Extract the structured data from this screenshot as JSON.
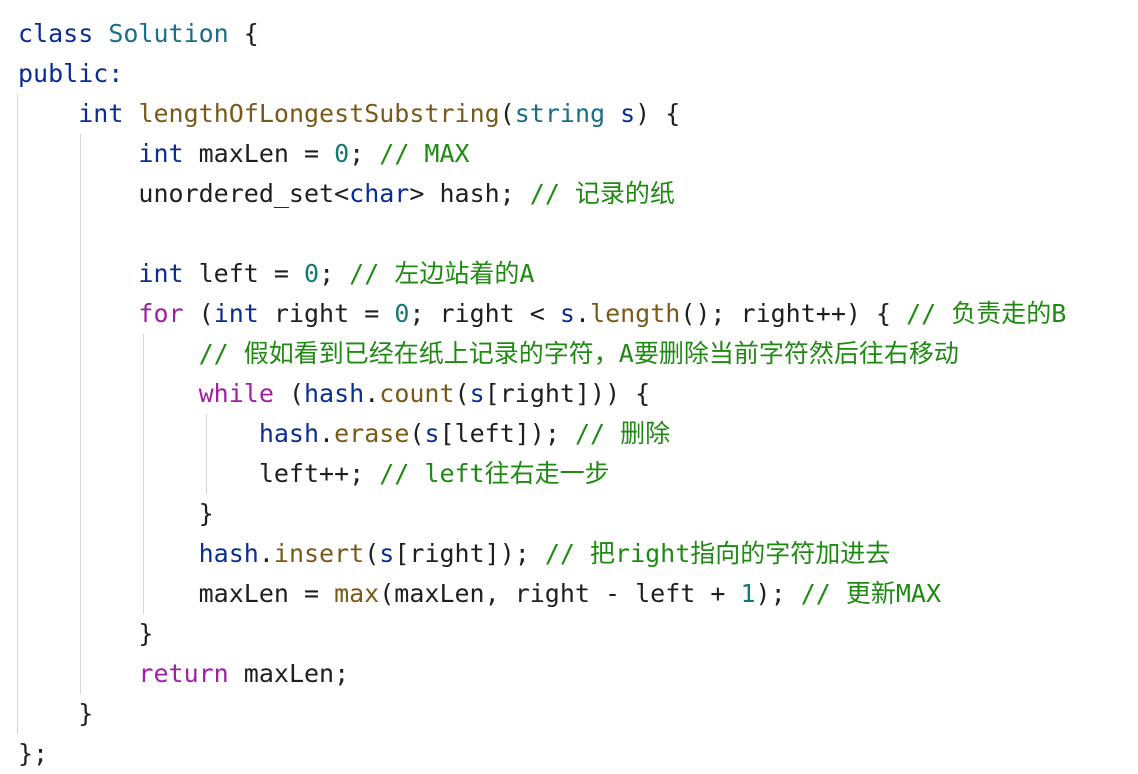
{
  "colors": {
    "keyword": "#a21fa5",
    "keyword_blue": "#0b2d93",
    "type": "#1b6d8a",
    "function": "#7a5a18",
    "number": "#137a73",
    "comment": "#1f8a12",
    "text": "#1f1f1f",
    "background": "#ffffff"
  },
  "lines": [
    [
      {
        "t": "class",
        "c": "kw2"
      },
      {
        "t": " ",
        "c": "plain"
      },
      {
        "t": "Solution",
        "c": "type"
      },
      {
        "t": " {",
        "c": "plain"
      }
    ],
    [
      {
        "t": "public:",
        "c": "kw2"
      }
    ],
    [
      {
        "t": "    ",
        "c": "plain"
      },
      {
        "t": "int",
        "c": "kw2"
      },
      {
        "t": " ",
        "c": "plain"
      },
      {
        "t": "lengthOfLongestSubstring",
        "c": "fn"
      },
      {
        "t": "(",
        "c": "plain"
      },
      {
        "t": "string",
        "c": "type"
      },
      {
        "t": " ",
        "c": "plain"
      },
      {
        "t": "s",
        "c": "var"
      },
      {
        "t": ") {",
        "c": "plain"
      }
    ],
    [
      {
        "t": "        ",
        "c": "plain"
      },
      {
        "t": "int",
        "c": "kw2"
      },
      {
        "t": " maxLen = ",
        "c": "plain"
      },
      {
        "t": "0",
        "c": "num"
      },
      {
        "t": "; ",
        "c": "plain"
      },
      {
        "t": "// MAX",
        "c": "cm"
      }
    ],
    [
      {
        "t": "        unordered_set<",
        "c": "plain"
      },
      {
        "t": "char",
        "c": "kw2"
      },
      {
        "t": "> hash; ",
        "c": "plain"
      },
      {
        "t": "// 记录的纸",
        "c": "cm"
      }
    ],
    [
      {
        "t": "",
        "c": "plain"
      }
    ],
    [
      {
        "t": "        ",
        "c": "plain"
      },
      {
        "t": "int",
        "c": "kw2"
      },
      {
        "t": " left = ",
        "c": "plain"
      },
      {
        "t": "0",
        "c": "num"
      },
      {
        "t": "; ",
        "c": "plain"
      },
      {
        "t": "// 左边站着的A",
        "c": "cm"
      }
    ],
    [
      {
        "t": "        ",
        "c": "plain"
      },
      {
        "t": "for",
        "c": "kw"
      },
      {
        "t": " (",
        "c": "plain"
      },
      {
        "t": "int",
        "c": "kw2"
      },
      {
        "t": " right = ",
        "c": "plain"
      },
      {
        "t": "0",
        "c": "num"
      },
      {
        "t": "; right < ",
        "c": "plain"
      },
      {
        "t": "s",
        "c": "var"
      },
      {
        "t": ".",
        "c": "plain"
      },
      {
        "t": "length",
        "c": "fn"
      },
      {
        "t": "(); right++) { ",
        "c": "plain"
      },
      {
        "t": "// 负责走的B",
        "c": "cm"
      }
    ],
    [
      {
        "t": "            ",
        "c": "plain"
      },
      {
        "t": "// 假如看到已经在纸上记录的字符，A要删除当前字符然后往右移动",
        "c": "cm"
      }
    ],
    [
      {
        "t": "            ",
        "c": "plain"
      },
      {
        "t": "while",
        "c": "kw"
      },
      {
        "t": " (",
        "c": "plain"
      },
      {
        "t": "hash",
        "c": "var"
      },
      {
        "t": ".",
        "c": "plain"
      },
      {
        "t": "count",
        "c": "fn"
      },
      {
        "t": "(",
        "c": "plain"
      },
      {
        "t": "s",
        "c": "var"
      },
      {
        "t": "[right])) {",
        "c": "plain"
      }
    ],
    [
      {
        "t": "                ",
        "c": "plain"
      },
      {
        "t": "hash",
        "c": "var"
      },
      {
        "t": ".",
        "c": "plain"
      },
      {
        "t": "erase",
        "c": "fn"
      },
      {
        "t": "(",
        "c": "plain"
      },
      {
        "t": "s",
        "c": "var"
      },
      {
        "t": "[left]); ",
        "c": "plain"
      },
      {
        "t": "// 删除",
        "c": "cm"
      }
    ],
    [
      {
        "t": "                left++; ",
        "c": "plain"
      },
      {
        "t": "// left往右走一步",
        "c": "cm"
      }
    ],
    [
      {
        "t": "            }",
        "c": "plain"
      }
    ],
    [
      {
        "t": "            ",
        "c": "plain"
      },
      {
        "t": "hash",
        "c": "var"
      },
      {
        "t": ".",
        "c": "plain"
      },
      {
        "t": "insert",
        "c": "fn"
      },
      {
        "t": "(",
        "c": "plain"
      },
      {
        "t": "s",
        "c": "var"
      },
      {
        "t": "[right]); ",
        "c": "plain"
      },
      {
        "t": "// 把right指向的字符加进去",
        "c": "cm"
      }
    ],
    [
      {
        "t": "            maxLen = ",
        "c": "plain"
      },
      {
        "t": "max",
        "c": "fn"
      },
      {
        "t": "(maxLen, right - left + ",
        "c": "plain"
      },
      {
        "t": "1",
        "c": "num"
      },
      {
        "t": "); ",
        "c": "plain"
      },
      {
        "t": "// 更新MAX",
        "c": "cm"
      }
    ],
    [
      {
        "t": "        }",
        "c": "plain"
      }
    ],
    [
      {
        "t": "        ",
        "c": "plain"
      },
      {
        "t": "return",
        "c": "kw"
      },
      {
        "t": " maxLen;",
        "c": "plain"
      }
    ],
    [
      {
        "t": "    }",
        "c": "plain"
      }
    ],
    [
      {
        "t": "};",
        "c": "plain"
      }
    ]
  ]
}
